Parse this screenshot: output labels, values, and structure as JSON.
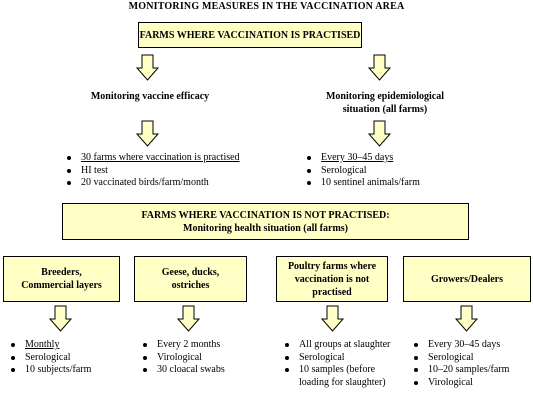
{
  "title": "MONITORING MEASURES IN THE VACCINATION AREA",
  "top_box": "FARMS WHERE VACCINATION IS PRACTISED",
  "left_heading": "Monitoring vaccine efficacy",
  "right_heading_line1": "Monitoring epidemiological",
  "right_heading_line2": "situation (all farms)",
  "left_list": [
    "30 farms where vaccination is practised",
    "HI test",
    "20 vaccinated birds/farm/month"
  ],
  "right_list": [
    "Every 30–45 days",
    "Serological",
    "10 sentinel animals/farm"
  ],
  "middle_box_line1": "FARMS WHERE VACCINATION IS NOT PRACTISED:",
  "middle_box_line2": "Monitoring health situation (all farms)",
  "categories": [
    {
      "label_line1": "Breeders,",
      "label_line2": "Commercial layers",
      "items": [
        "Monthly",
        "Serological",
        "10 subjects/farm"
      ]
    },
    {
      "label_line1": "Geese, ducks,",
      "label_line2": "ostriches",
      "items": [
        "Every 2 months",
        "Virological",
        "30 cloacal swabs"
      ]
    },
    {
      "label_line1": "Poultry farms where",
      "label_line2": "vaccination is not",
      "label_line3": "practised",
      "items": [
        "All groups at slaughter",
        "Serological",
        "10 samples (before loading for slaughter)"
      ]
    },
    {
      "label_line1": "Growers/Dealers",
      "items": [
        "Every 30–45 days",
        "Serological",
        "10–20 samples/farm",
        "Virological"
      ]
    }
  ],
  "colors": {
    "box_fill": "#ffffc6",
    "arrow_fill": "#ffffc6",
    "border": "#000000"
  }
}
